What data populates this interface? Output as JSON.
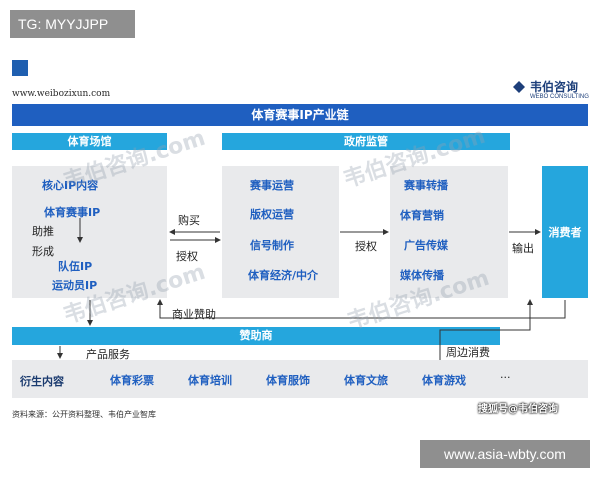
{
  "top_tag": "TG: MYYJJPP",
  "site_url": "www.weibozixun.com",
  "logo": {
    "name": "韦伯咨询",
    "sub": "WEBO CONSULTING"
  },
  "title": "体育赛事IP产业链",
  "sections": {
    "venue": "体育场馆",
    "government": "政府监管"
  },
  "core": {
    "items": [
      "核心IP内容",
      "体育赛事IP",
      "助推",
      "形成",
      "队伍IP",
      "运动员IP"
    ]
  },
  "ops": {
    "items": [
      "赛事运营",
      "版权运营",
      "信号制作",
      "体育经济/中介"
    ]
  },
  "dist": {
    "items": [
      "赛事转播",
      "体育营销",
      "广告传媒",
      "媒体传播"
    ]
  },
  "flows": {
    "buy": "购买",
    "license1": "授权",
    "license2": "授权",
    "output": "输出",
    "sponsorship": "商业赞助",
    "product_service": "产品服务",
    "peripheral": "周边消费"
  },
  "consumer": "消费者",
  "sponsor": "赞助商",
  "derived": {
    "label": "衍生内容",
    "items": [
      "体育彩票",
      "体育培训",
      "体育服饰",
      "体育文旅",
      "体育游戏"
    ],
    "more": "..."
  },
  "watermark": "韦伯咨询.com",
  "source_note": "资料来源：公开资料整理、韦伯产业智库",
  "sohu": "搜狐号@韦伯咨询",
  "bottom_tag": "www.asia-wbty.com",
  "colors": {
    "banner": "#1f5fc0",
    "subhead": "#25a6dd",
    "panel": "#e9eaec"
  }
}
